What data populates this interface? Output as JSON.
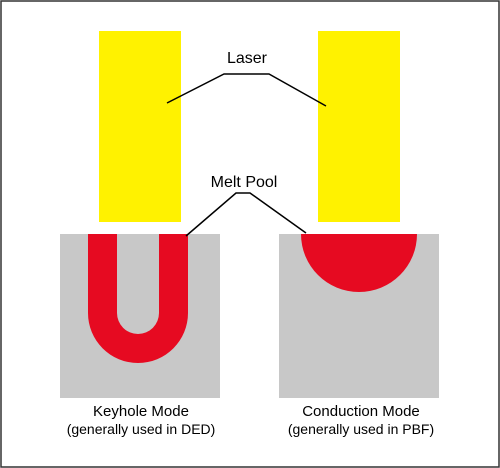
{
  "labels": {
    "laser": "Laser",
    "melt_pool": "Melt Pool"
  },
  "panels": [
    {
      "mode": "Keyhole Mode",
      "usage": "(generally used in DED)"
    },
    {
      "mode": "Conduction Mode",
      "usage": "(generally used in PBF)"
    }
  ],
  "colors": {
    "laser": "#FFF200",
    "melt_pool": "#E60A21",
    "substrate": "#C8C8C8",
    "frame": "#333333",
    "background": "#FFFFFF"
  }
}
